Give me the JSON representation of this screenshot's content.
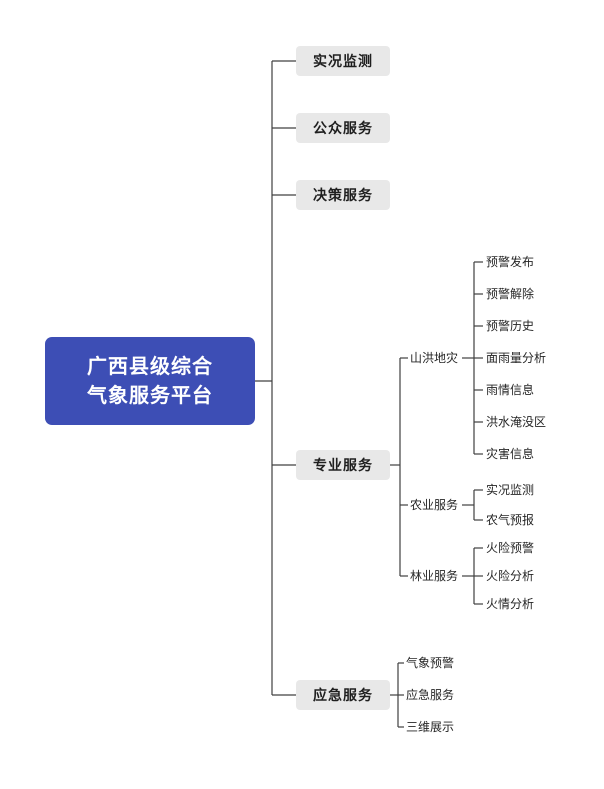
{
  "colors": {
    "root_bg": "#3d4eb5",
    "root_text": "#ffffff",
    "node_bg": "#e8e8e8",
    "node_text": "#1f1f1f",
    "line": "#404040",
    "leaf_text": "#262626",
    "canvas_bg": "#ffffff"
  },
  "tree": {
    "label": "广西县级综合\n气象服务平台",
    "children": [
      {
        "label": "实况监测",
        "children": []
      },
      {
        "label": "公众服务",
        "children": []
      },
      {
        "label": "决策服务",
        "children": []
      },
      {
        "label": "专业服务",
        "children": [
          {
            "label": "山洪地灾",
            "children": [
              {
                "label": "预警发布"
              },
              {
                "label": "预警解除"
              },
              {
                "label": "预警历史"
              },
              {
                "label": "面雨量分析"
              },
              {
                "label": "雨情信息"
              },
              {
                "label": "洪水淹没区"
              },
              {
                "label": "灾害信息"
              }
            ]
          },
          {
            "label": "农业服务",
            "children": [
              {
                "label": "实况监测"
              },
              {
                "label": "农气预报"
              }
            ]
          },
          {
            "label": "林业服务",
            "children": [
              {
                "label": "火险预警"
              },
              {
                "label": "火险分析"
              },
              {
                "label": "火情分析"
              }
            ]
          }
        ]
      },
      {
        "label": "应急服务",
        "children": [
          {
            "label": "气象预警"
          },
          {
            "label": "应急服务"
          },
          {
            "label": "三维展示"
          }
        ]
      }
    ]
  }
}
